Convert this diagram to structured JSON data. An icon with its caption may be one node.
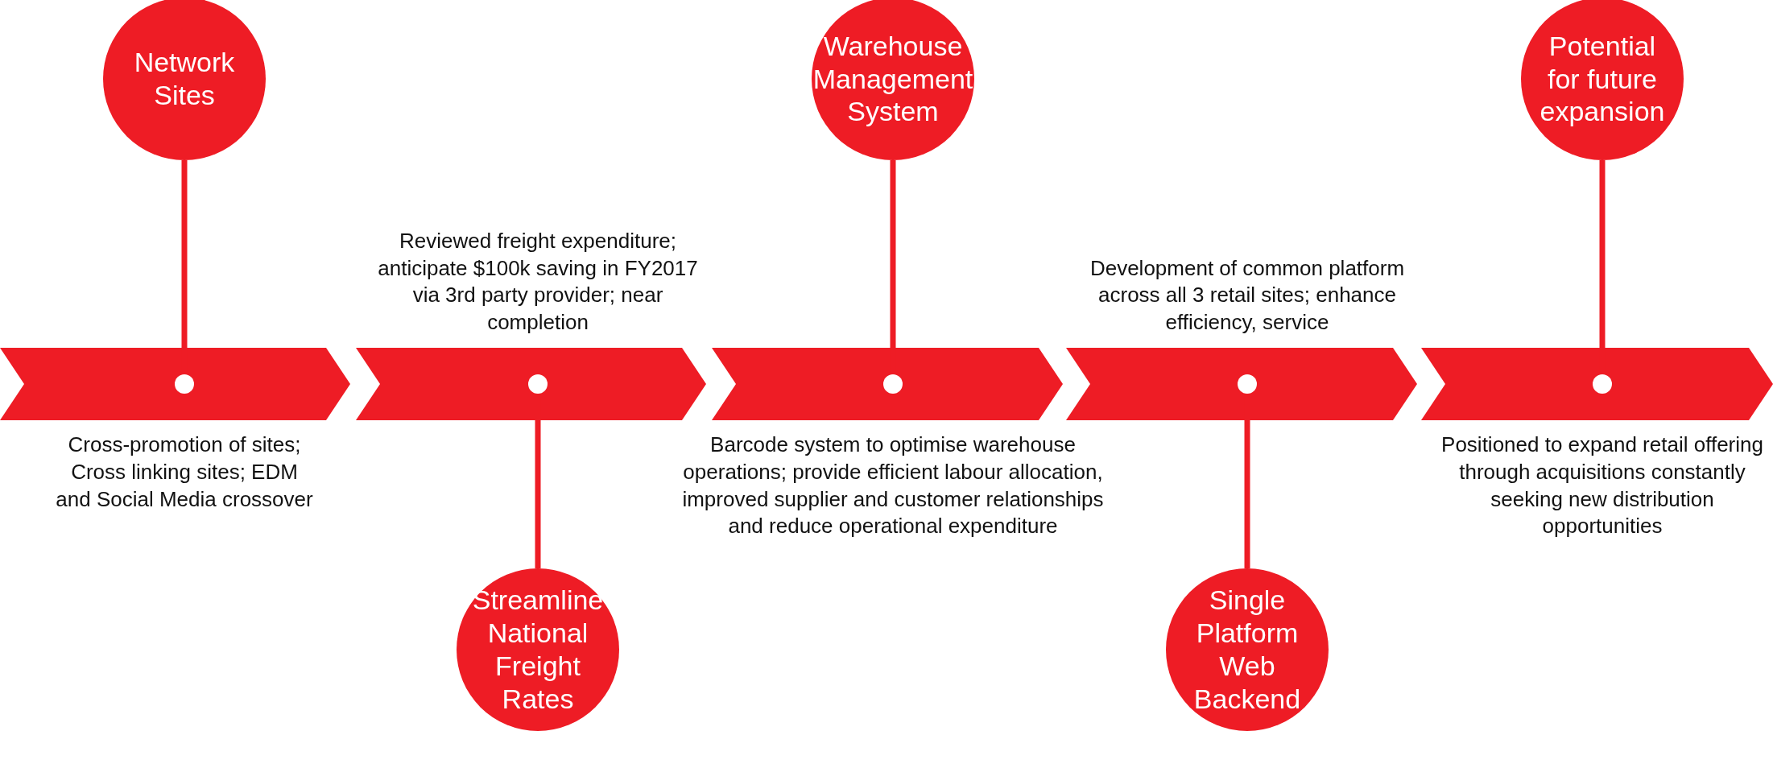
{
  "diagram": {
    "nodes": [
      {
        "text": [
          "Network Sites"
        ]
      },
      {
        "text": [
          "Streamline National Freight Rates"
        ]
      },
      {
        "text": [
          "Warehouse Management System"
        ]
      },
      {
        "text": [
          "Single Platform Web Backend"
        ]
      },
      {
        "text": [
          "Potential for future expansion"
        ]
      },
      {
        "text": [],
        "shape": "circle"
      },
      {
        "text": [],
        "shape": "circle"
      },
      {
        "text": [],
        "shape": "circle"
      },
      {
        "text": [],
        "shape": "circle"
      },
      {
        "text": [],
        "shape": "circle"
      }
    ],
    "edges": [
      {
        "from": 0,
        "to": 5,
        "arrow": "none"
      },
      {
        "from": 1,
        "to": 6,
        "arrow": "none"
      },
      {
        "from": 2,
        "to": 7,
        "arrow": "none"
      },
      {
        "from": 3,
        "to": 8,
        "arrow": "none"
      },
      {
        "from": 4,
        "to": 9,
        "arrow": "none"
      }
    ],
    "labels": [
      "Reviewed freight expenditure; anticipate $100k saving in FY2017 via 3rd party provider; near completion",
      "Development of common platform across all 3 retail sites; enhance efficiency, service",
      "Cross-promotion of sites; Cross linking sites; EDM and Social Media crossover",
      "Barcode system to optimise warehouse operations; provide efficient labour allocation, improved supplier and customer relationships and reduce operational expenditure",
      "Positioned to expand retail offering through acquisitions constantly seeking new distribution opportunities"
    ]
  }
}
